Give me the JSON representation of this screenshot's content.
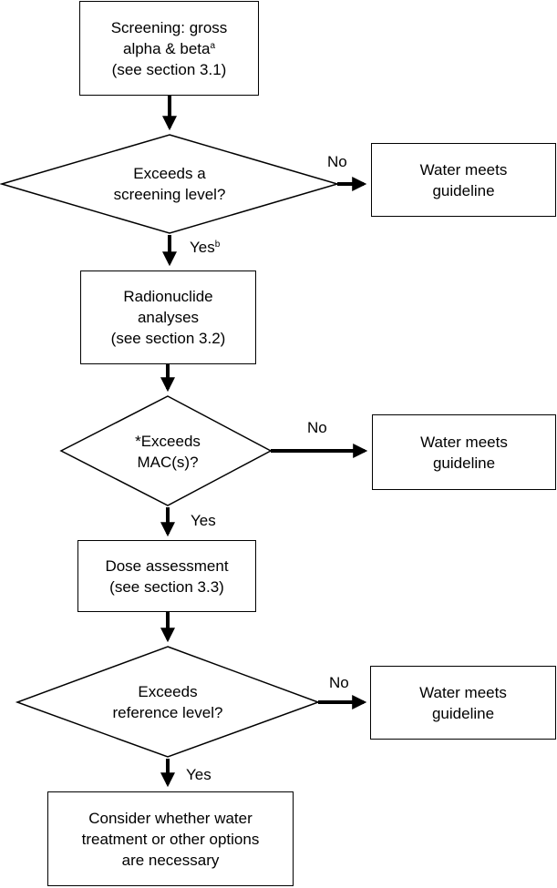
{
  "screening": {
    "line1": "Screening: gross",
    "line2_main": "alpha & beta",
    "line2_sup": "a",
    "line3": "(see section 3.1)"
  },
  "decision1": {
    "line1": "Exceeds a",
    "line2": "screening level?",
    "no_label": "No",
    "yes_main": "Yes",
    "yes_sup": "b"
  },
  "outcome1": {
    "line1": "Water meets",
    "line2": "guideline"
  },
  "radionuclide": {
    "line1": "Radionuclide",
    "line2": "analyses",
    "line3": "(see section 3.2)"
  },
  "decision2": {
    "line1": "*Exceeds",
    "line2": "MAC(s)?",
    "no_label": "No",
    "yes_label": "Yes"
  },
  "outcome2": {
    "line1": "Water meets",
    "line2": "guideline"
  },
  "dose": {
    "line1": "Dose assessment",
    "line2": "(see section 3.3)"
  },
  "decision3": {
    "line1": "Exceeds",
    "line2": "reference level?",
    "no_label": "No",
    "yes_label": "Yes"
  },
  "outcome3": {
    "line1": "Water meets",
    "line2": "guideline"
  },
  "final": {
    "line1": "Consider whether water",
    "line2": "treatment or other options",
    "line3": "are necessary"
  }
}
